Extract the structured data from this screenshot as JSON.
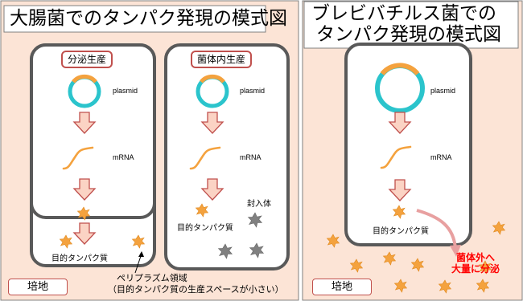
{
  "ecoli": {
    "title": "大腸菌でのタンパク発現の模式図",
    "panel_secretion": {
      "label": "分泌生産",
      "plasmid": "plasmid",
      "mrna": "mRNA"
    },
    "panel_intracellular": {
      "label": "菌体内生産",
      "plasmid": "plasmid",
      "mrna": "mRNA",
      "inclusion_body": "封入体",
      "target_protein": "目的タンパク質"
    },
    "periplasm_target_protein": "目的タンパク質",
    "periplasm_note_line1": "ペリプラズム領域",
    "periplasm_note_line2": "（目的タンパク質の生産スペースが小さい）",
    "medium": "培地"
  },
  "brevibacillus": {
    "title_line1": "ブレビバチルス菌での",
    "title_line2": "タンパク発現の模式図",
    "plasmid": "plasmid",
    "mrna": "mRNA",
    "target_protein": "目的タンパク質",
    "secretion_line1": "菌体外へ",
    "secretion_line2": "大量に分泌",
    "medium": "培地"
  },
  "colors": {
    "panel_bg": "#fce4d6",
    "frame": "#595959",
    "plasmid_ring": "#2bc4cc",
    "plasmid_insert": "#f4a23e",
    "mrna": "#f4a23e",
    "arrow_fill": "#fbd3c4",
    "arrow_stroke": "#c0504d",
    "protein": "#f4a23e",
    "inclusion_body": "#808080",
    "secretion_text": "#ff0000"
  }
}
